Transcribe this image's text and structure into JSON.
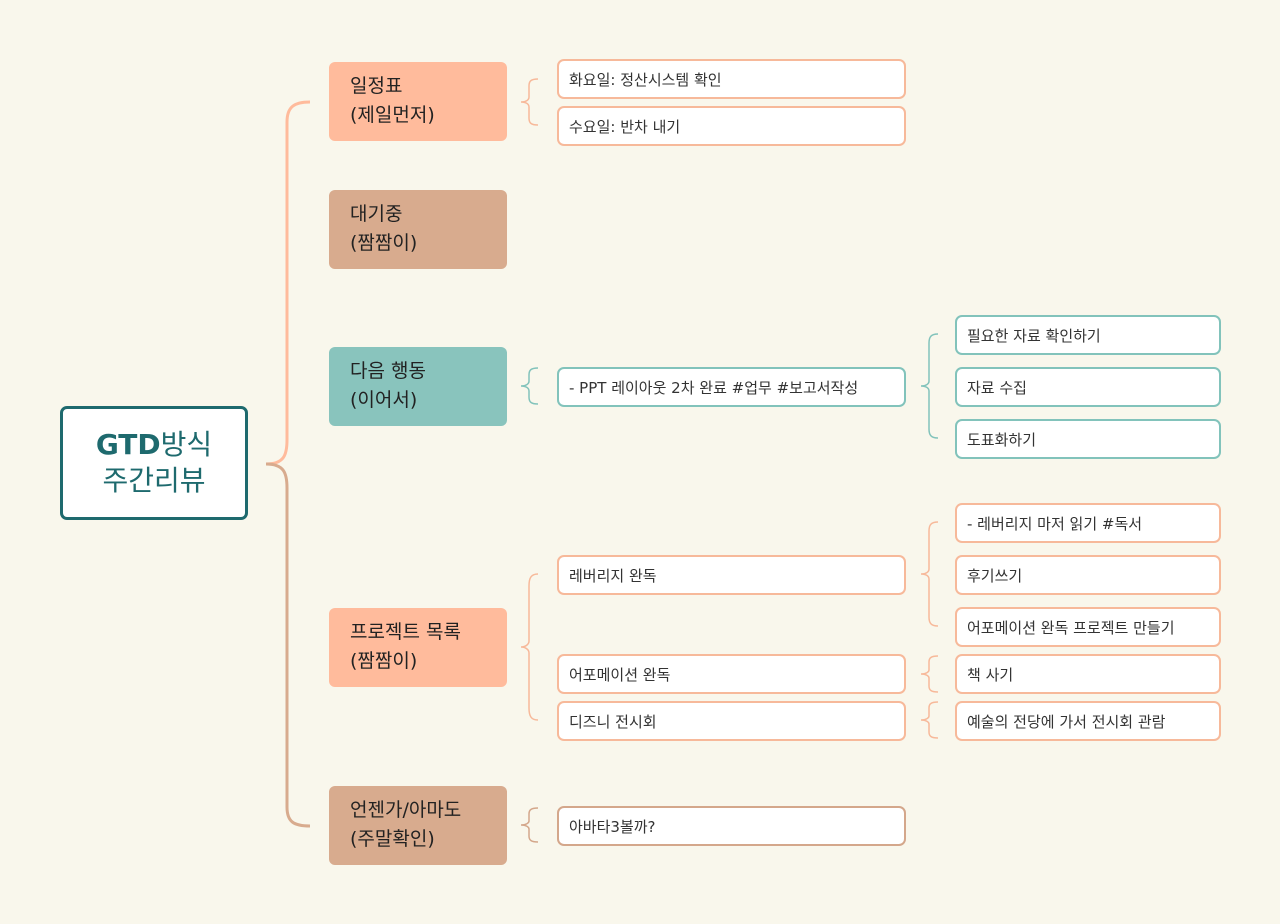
{
  "colors": {
    "background": "#f9f7ec",
    "root_border": "#1e6a6e",
    "peach": "#ffbb9c",
    "tan": "#d8ab8e",
    "teal": "#89c4bd"
  },
  "root": {
    "title_bold": "GTD",
    "title_rest": "방식",
    "subtitle": "주간리뷰"
  },
  "categories": [
    {
      "line1": "일정표",
      "line2": "(제일먼저)"
    },
    {
      "line1": "대기중",
      "line2": "(짬짬이)"
    },
    {
      "line1": "다음 행동",
      "line2": "(이어서)"
    },
    {
      "line1": "프로젝트 목록",
      "line2": "(짬짬이)"
    },
    {
      "line1": "언젠가/아마도",
      "line2": "(주말확인)"
    }
  ],
  "schedule_items": [
    "화요일: 정산시스템 확인",
    "수요일: 반차 내기"
  ],
  "next_action": {
    "item": "- PPT 레이아웃 2차 완료 #업무 #보고서작성",
    "subitems": [
      "필요한 자료 확인하기",
      "자료 수집",
      "도표화하기"
    ]
  },
  "projects": [
    {
      "name": "레버리지 완독",
      "subitems": [
        "- 레버리지 마저 읽기 #독서",
        "후기쓰기",
        "어포메이션 완독 프로젝트 만들기"
      ]
    },
    {
      "name": "어포메이션 완독",
      "subitems": [
        "책 사기"
      ]
    },
    {
      "name": "디즈니 전시회",
      "subitems": [
        "예술의 전당에 가서 전시회 관람"
      ]
    }
  ],
  "someday_items": [
    "아바타3볼까?"
  ]
}
